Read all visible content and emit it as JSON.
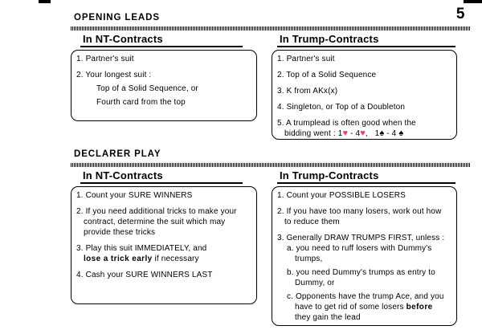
{
  "page": {
    "number": "5"
  },
  "colors": {
    "heart": "#FF3377",
    "spade": "#000000",
    "ink": "#000000",
    "paper": "#FFFFFF"
  },
  "sections": [
    {
      "title": "OPENING LEADS",
      "columns": [
        {
          "header": "In NT-Contracts",
          "lines": [
            "1. Partner's suit",
            "2. Your longest suit :",
            "Top of a Solid Sequence, or",
            "Fourth card from the top"
          ]
        },
        {
          "header": "In Trump-Contracts",
          "lines": [
            "1. Partner's suit",
            "2. Top of a Solid Sequence",
            "3. K from AKx(x)",
            "4. Singleton, or Top of a Doubleton",
            "5. A trumplead is often good when the"
          ],
          "bid": {
            "t1": "bidding went : 1",
            "heart1": "♥",
            "t2": " - 4",
            "heart2": "♥",
            "t3": ",   1",
            "spade1": "♠",
            "t4": " - 4 ",
            "spade2": "♠"
          }
        }
      ]
    },
    {
      "title": "DECLARER PLAY",
      "columns": [
        {
          "header": "In NT-Contracts",
          "lines": [
            "1. Count your SURE WINNERS",
            "2. If you need additional tricks to make your",
            "contract, determine the suit which may",
            "provide these tricks",
            "3. Play this suit IMMEDIATELY, and",
            "4. Cash your SURE WINNERS LAST"
          ],
          "bold_line": {
            "bold": "lose a trick early",
            "rest": " if necessary"
          }
        },
        {
          "header": "In Trump-Contracts",
          "lines": [
            "1. Count your POSSIBLE LOSERS",
            "2. If you have too many losers, work out how",
            "to reduce them",
            "3. Generally DRAW TRUMPS FIRST, unless :",
            "a. you need to ruff losers with Dummy's",
            "trumps,",
            "b. you need Dummy's trumps as entry to",
            "Dummy, or",
            "c. Opponents have the trump Ace, and you",
            "they gain the lead"
          ],
          "bold_line": {
            "pre": "have to get rid of some losers ",
            "bold": "before"
          }
        }
      ]
    }
  ]
}
